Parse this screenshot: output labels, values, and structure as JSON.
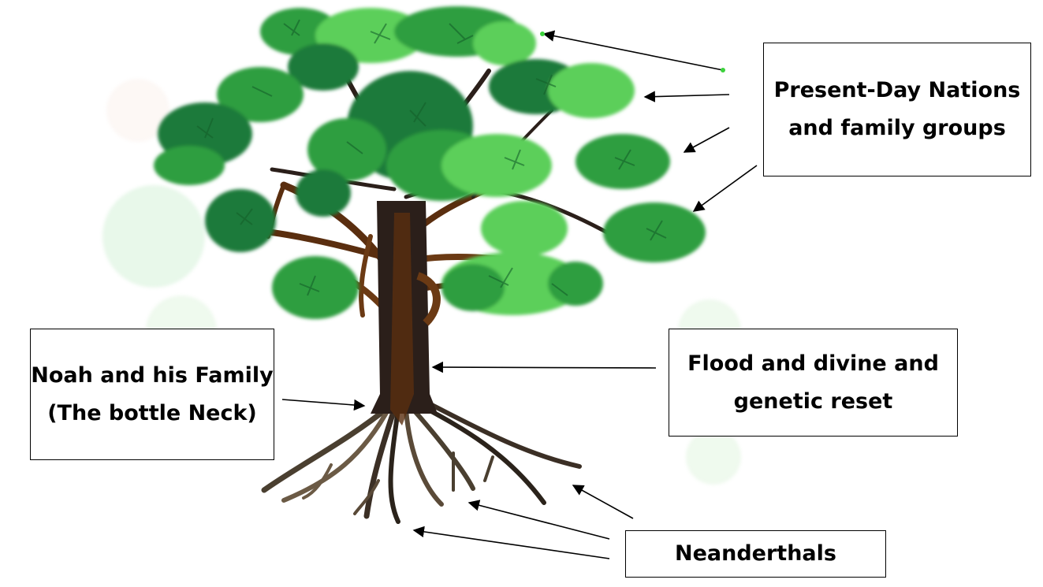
{
  "labels": {
    "present_day": "Present-Day Nations and family groups",
    "noah": "Noah and his Family (The bottle Neck)",
    "flood": "Flood and divine and genetic reset",
    "neanderthals": "Neanderthals"
  },
  "colors": {
    "trunk": "#2b1f1a",
    "branch": "#5a2e0f",
    "root": "#4a3f30",
    "foliage_dark": "#1f7a3a",
    "foliage_mid": "#2f9e3f",
    "foliage_light": "#5ccf5a",
    "arrow": "#000000",
    "border": "#000000"
  }
}
